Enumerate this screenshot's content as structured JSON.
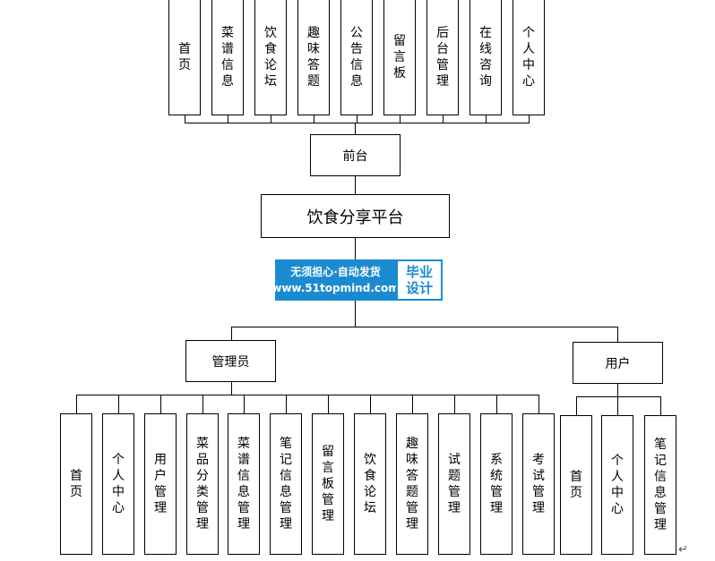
{
  "root": "饮食分享平台",
  "frontend": {
    "label": "前台",
    "items": [
      "首页",
      "菜谱信息",
      "饮食论坛",
      "趣味答题",
      "公告信息",
      "留言板",
      "后台管理",
      "在线咨询",
      "个人中心"
    ]
  },
  "admin": {
    "label": "管理员",
    "items": [
      "首页",
      "个人中心",
      "用户管理",
      "菜品分类管理",
      "菜谱信息管理",
      "笔记信息管理",
      "留言板管理",
      "饮食论坛",
      "趣味答题管理",
      "试题管理",
      "系统管理",
      "考试管理"
    ]
  },
  "user": {
    "label": "用户",
    "items": [
      "首页",
      "个人中心",
      "笔记信息管理"
    ]
  },
  "watermark": {
    "line1": "无须担心·自动发货",
    "line2": "www.51topmind.com",
    "badge1": "毕业",
    "badge2": "设计"
  },
  "return_mark": "↵"
}
